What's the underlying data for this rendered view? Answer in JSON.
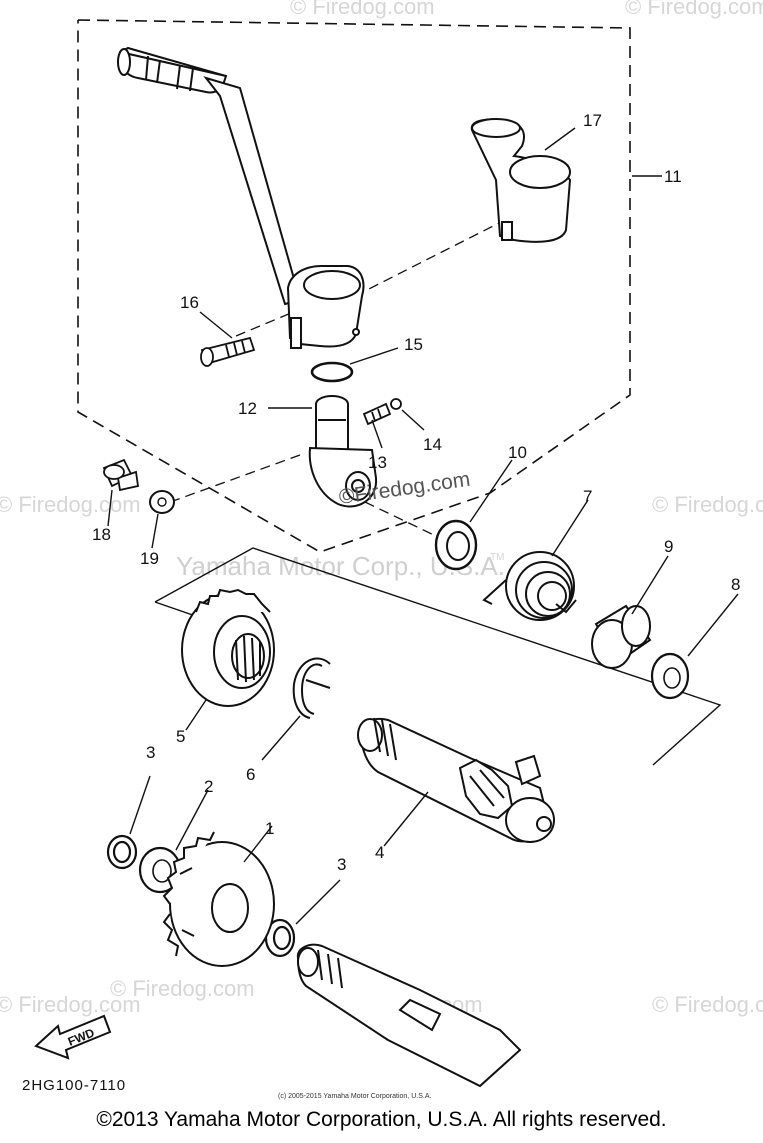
{
  "watermarks": {
    "firedog": "© Firedog.com",
    "firedog_center": "©Firedog.com",
    "yamaha": "Yamaha Motor Corp., U.S.A.",
    "tm": "TM"
  },
  "callouts": {
    "c1": "1",
    "c2": "2",
    "c3a": "3",
    "c3b": "3",
    "c4": "4",
    "c5": "5",
    "c6": "6",
    "c7": "7",
    "c8": "8",
    "c9": "9",
    "c10": "10",
    "c11": "11",
    "c12": "12",
    "c13": "13",
    "c14": "14",
    "c15": "15",
    "c16": "16",
    "c17": "17",
    "c18": "18",
    "c19": "19"
  },
  "fwd_label": "FWD",
  "part_code": "2HG100-7110",
  "small_copyright": "(c) 2005-2015 Yamaha Motor Corporation, U.S.A.",
  "footer_copyright": "©2013 Yamaha Motor Corporation, U.S.A. All rights reserved.",
  "colors": {
    "ink": "#111111",
    "watermark": "#d6d6d6",
    "background": "#ffffff"
  }
}
